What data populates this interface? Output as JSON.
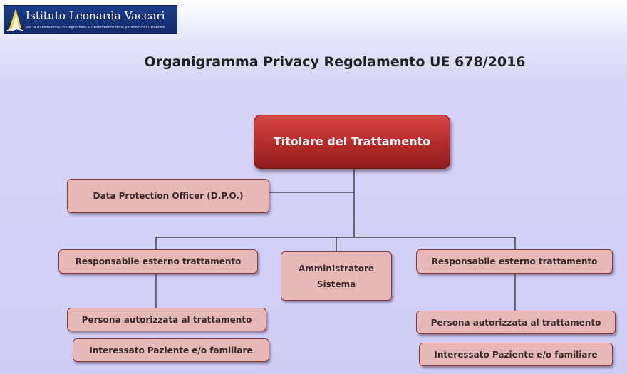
{
  "header": {
    "logo_name": "Istituto Leonarda Vaccari",
    "logo_tagline": "per la riabilitazione, l'integrazione e l'inserimento delle persone con Disabilità"
  },
  "page": {
    "title": "Organigramma Privacy Regolamento UE 678/2016"
  },
  "colors": {
    "top_box": "#b52b2b",
    "box_fill": "#e6b9b8",
    "background": "#cfcdf6"
  },
  "org": {
    "titolare": "Titolare del Trattamento",
    "dpo": "Data Protection Officer (D.P.O.)",
    "left": {
      "responsabile": "Responsabile esterno trattamento",
      "persona": "Persona autorizzata al trattamento",
      "interessato": "Interessato Paziente e/o familiare"
    },
    "amministratore": "Amministratore Sistema",
    "right": {
      "responsabile": "Responsabile esterno trattamento",
      "persona": "Persona autorizzata al trattamento",
      "interessato": "Interessato Paziente e/o familiare"
    }
  }
}
